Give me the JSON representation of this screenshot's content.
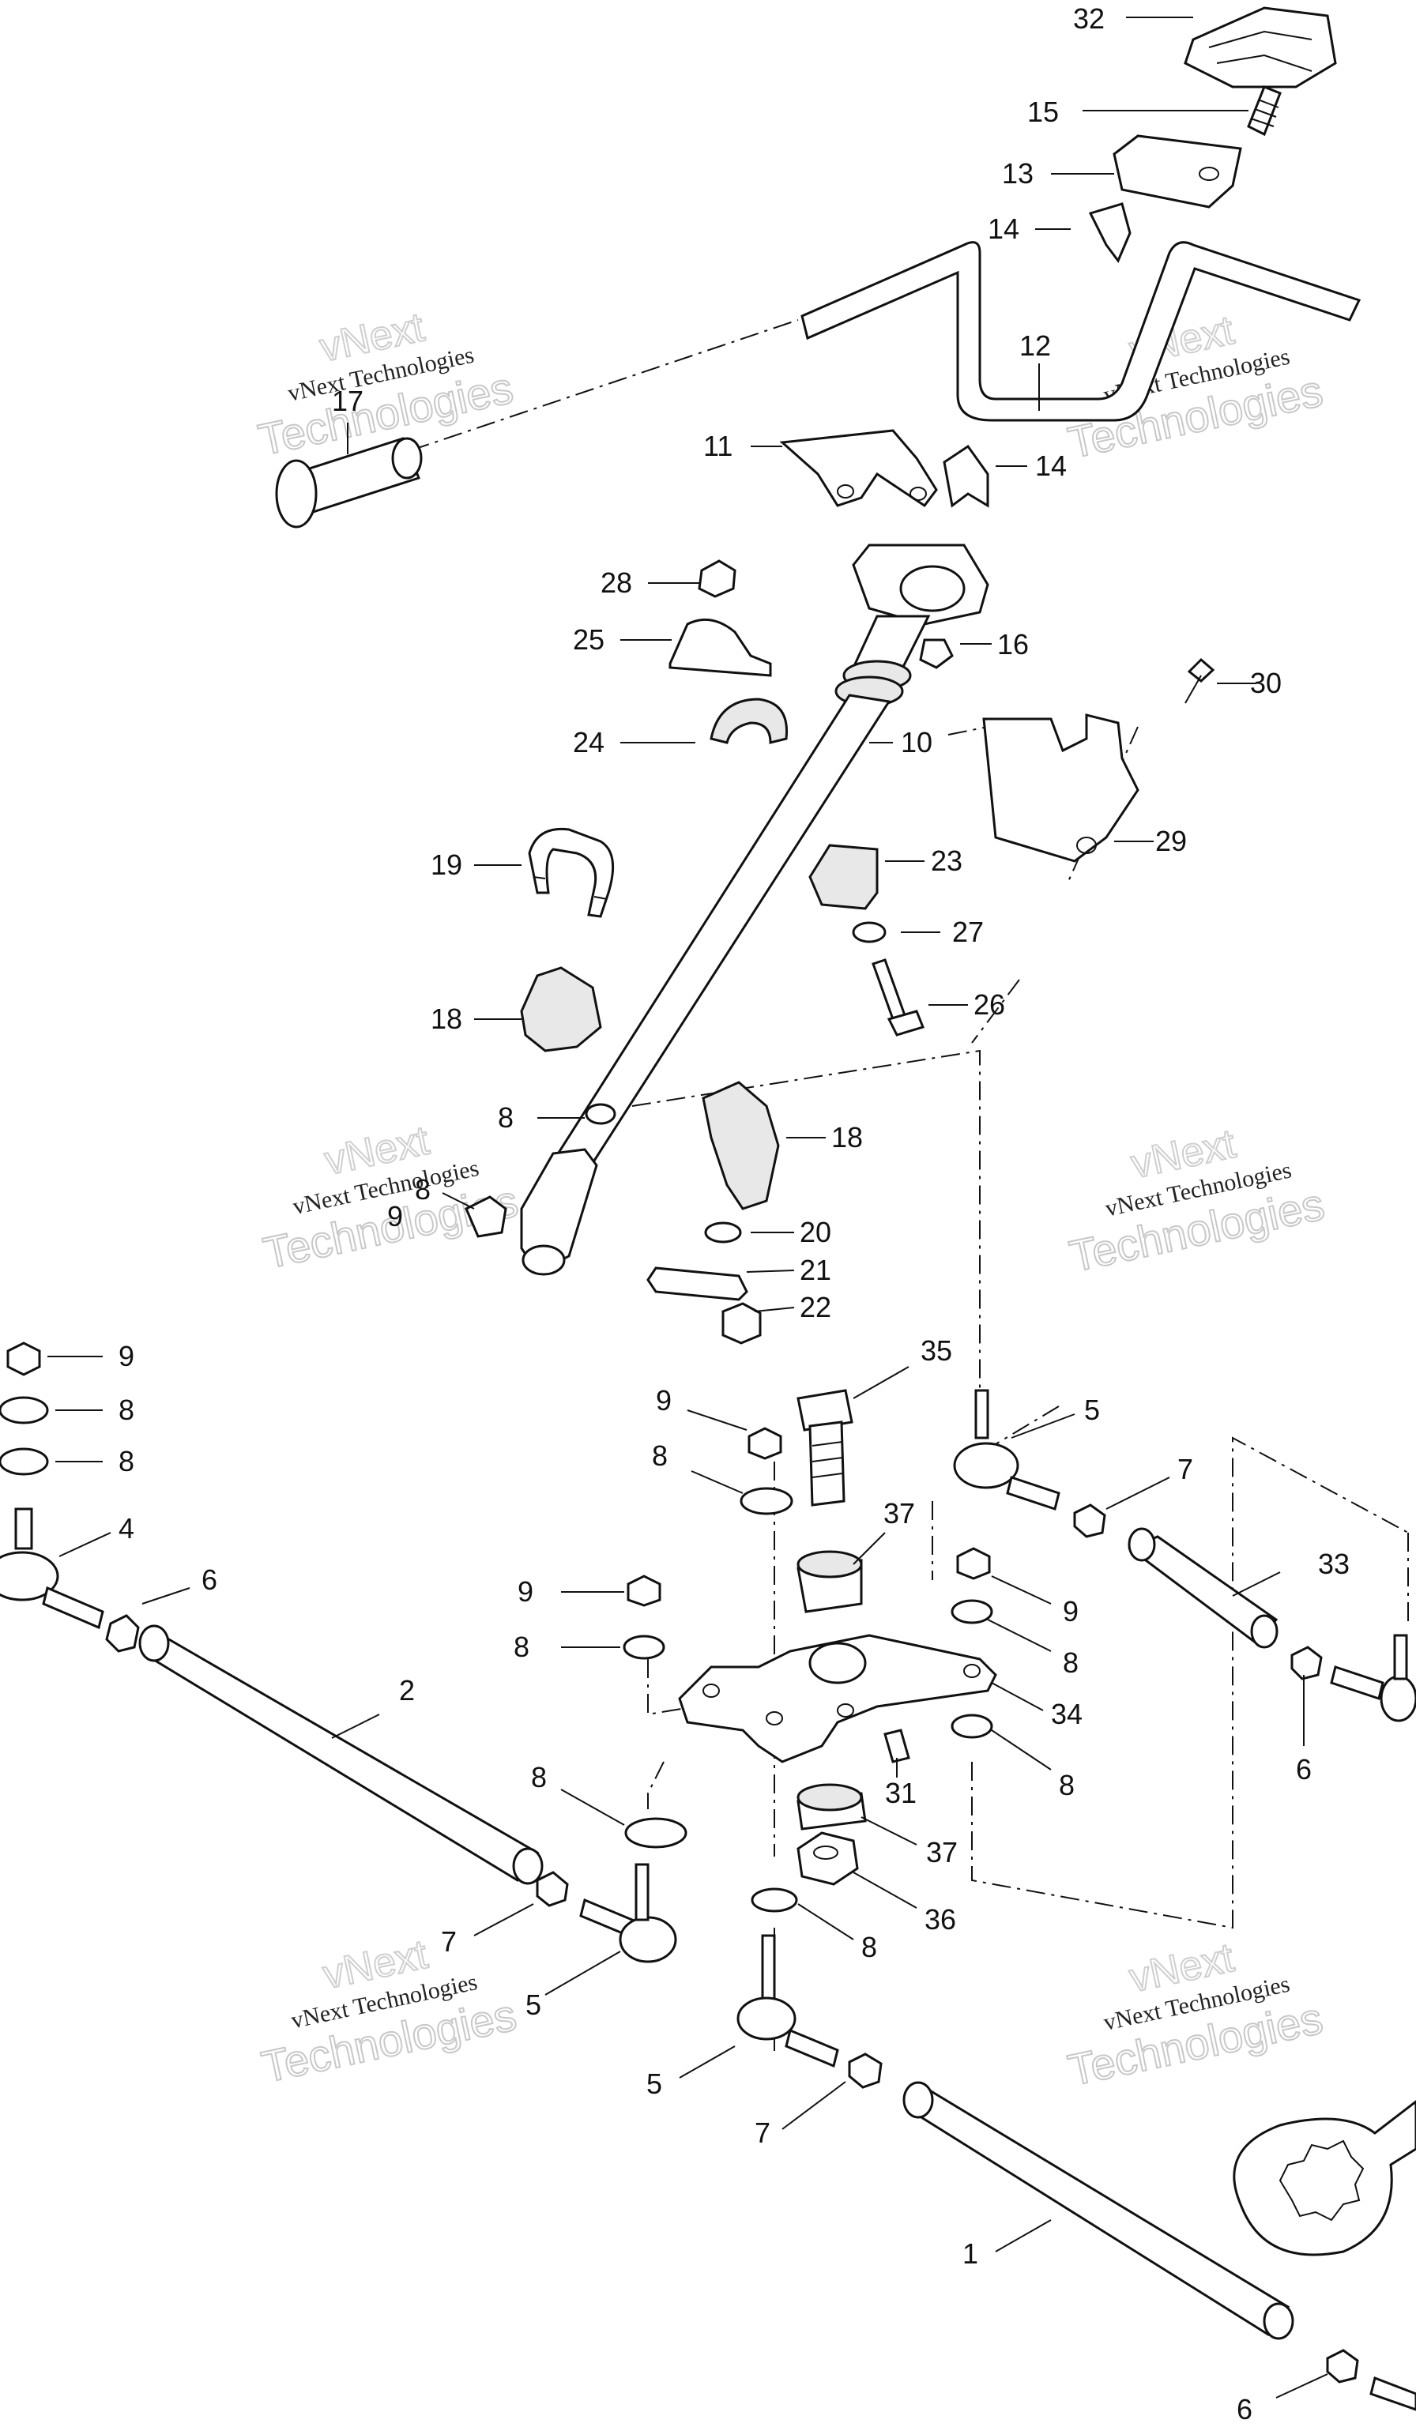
{
  "watermarks": [
    {
      "top": "vNext Technologies",
      "mid": "vNext",
      "big": "Technologies"
    },
    {
      "top": "vNext Technologies",
      "mid": "vNext",
      "big": "Technologies"
    },
    {
      "top": "vNext Technologies",
      "mid": "vNext",
      "big": "Technologies"
    },
    {
      "top": "vNext Technologies",
      "mid": "vNext",
      "big": "Technologies"
    },
    {
      "top": "vNext Technologies",
      "mid": "vNext",
      "big": "Technologies"
    },
    {
      "top": "vNext Technologies",
      "mid": "vNext",
      "big": "Technologies"
    }
  ],
  "callouts": [
    "32",
    "15",
    "13",
    "14",
    "12",
    "17",
    "11",
    "14",
    "28",
    "16",
    "25",
    "24",
    "10",
    "30",
    "29",
    "23",
    "19",
    "27",
    "26",
    "18",
    "8",
    "18",
    "8",
    "9",
    "20",
    "21",
    "22",
    "9",
    "8",
    "8",
    "35",
    "9",
    "5",
    "4",
    "6",
    "8",
    "7",
    "37",
    "9",
    "33",
    "9",
    "8",
    "8",
    "34",
    "6",
    "8",
    "31",
    "8",
    "2",
    "37",
    "36",
    "7",
    "5",
    "8",
    "5",
    "7",
    "1",
    "6"
  ]
}
